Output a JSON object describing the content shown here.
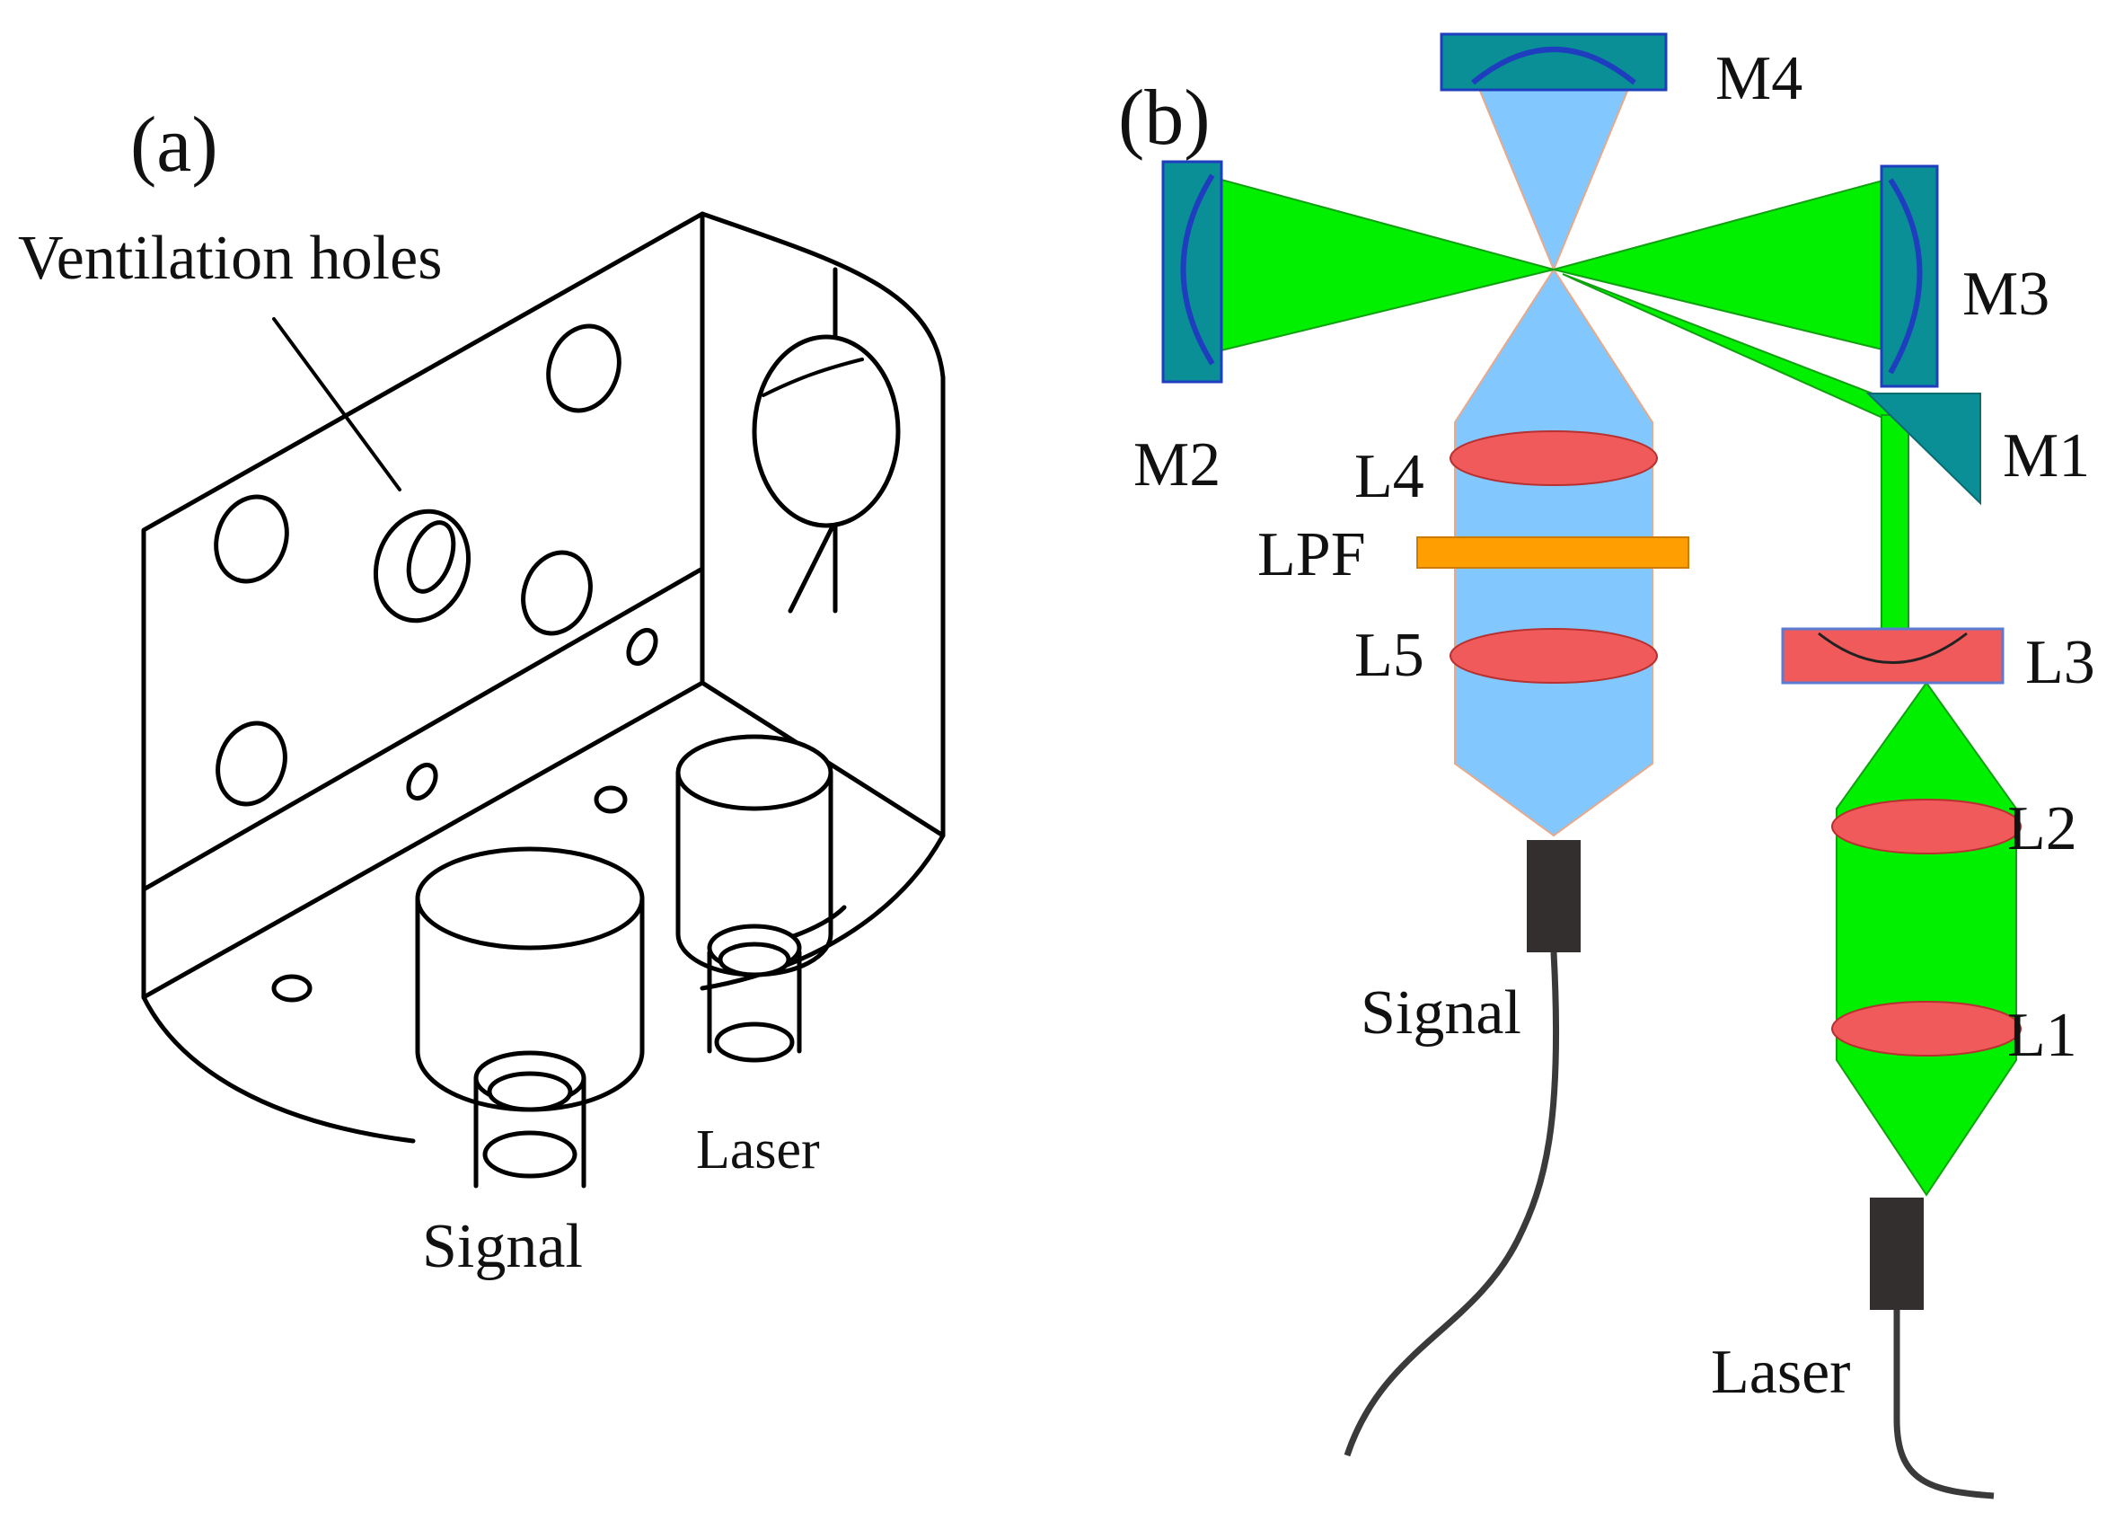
{
  "panel_a": {
    "label": "(a)",
    "callout": "Ventilation holes",
    "port_signal": "Signal",
    "port_laser": "Laser"
  },
  "panel_b": {
    "label": "(b)",
    "mirrors": {
      "m1": "M1",
      "m2": "M2",
      "m3": "M3",
      "m4": "M4"
    },
    "lenses": {
      "l1": "L1",
      "l2": "L2",
      "l3": "L3",
      "l4": "L4",
      "l5": "L5"
    },
    "filter": "LPF",
    "detector_signal": "Signal",
    "source_laser": "Laser"
  },
  "colors": {
    "excitation_beam": "#00f000",
    "signal_beam": "#82c8ff",
    "lens": "#f05a5a",
    "filter": "#ff9e00",
    "mirror": "#0a8f96",
    "mirror_surface": "#1f3dbf",
    "fiber_connector": "#332f2f",
    "fiber": "#3a3a3a"
  }
}
